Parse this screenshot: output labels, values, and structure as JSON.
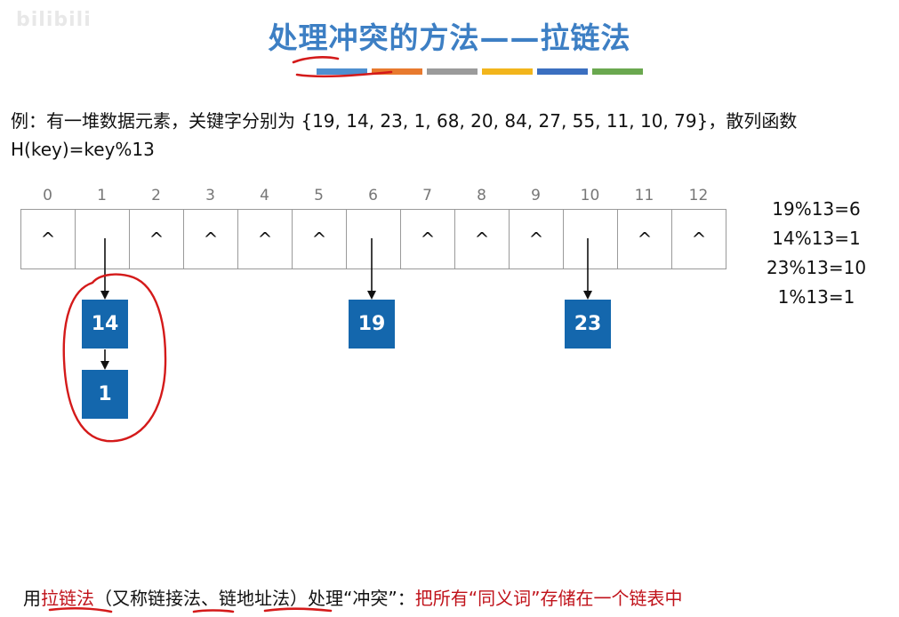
{
  "watermark": "bilibili",
  "title": "处理冲突的方法——拉链法",
  "stripe_colors": [
    "#4e8fd0",
    "#e87a2e",
    "#9b9b9b",
    "#f2b51c",
    "#3b6fc0",
    "#6aa84f"
  ],
  "example": {
    "line1": "例：有一堆数据元素，关键字分别为 {19, 14, 23, 1, 68, 20, 84, 27, 55, 11, 10, 79}，散列函数",
    "line2": "H(key)=key%13"
  },
  "table": {
    "indices": [
      "0",
      "1",
      "2",
      "3",
      "4",
      "5",
      "6",
      "7",
      "8",
      "9",
      "10",
      "11",
      "12"
    ],
    "cells": [
      "^",
      "",
      "^",
      "^",
      "^",
      "^",
      "",
      "^",
      "^",
      "^",
      "",
      "^",
      "^"
    ]
  },
  "nodes": {
    "n14": "14",
    "n1": "1",
    "n19": "19",
    "n23": "23"
  },
  "calculations": [
    "19%13=6",
    "14%13=1",
    "23%13=10",
    "1%13=1"
  ],
  "bottom": {
    "prefix": "用",
    "highlight": "拉链法",
    "middle": "（又称链接法、链地址法）处理“冲突”：",
    "conclusion": "把所有“同义词”存储在一个链表中"
  },
  "colors": {
    "title_blue": "#3d7fc4",
    "node_blue": "#1467ad",
    "annotation_red": "#d41a1a"
  }
}
